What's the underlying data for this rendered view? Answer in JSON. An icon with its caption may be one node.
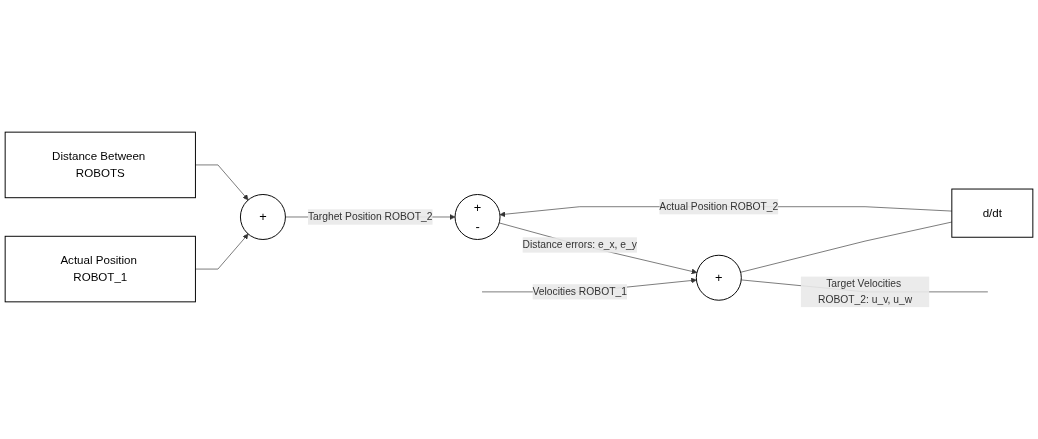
{
  "diagram": {
    "nodes": [
      {
        "text": [
          "Distance Between ROBOTS"
        ]
      },
      {
        "text": [
          "Actual Position ROBOT_1"
        ]
      },
      {
        "text": [
          "+"
        ]
      },
      {
        "text": [
          "+",
          "-"
        ]
      },
      {
        "text": [
          "+"
        ]
      },
      {
        "text": [
          "d/dt"
        ]
      }
    ],
    "edges": [
      {
        "from": 1,
        "to": 2,
        "arrow": "to"
      },
      {
        "from": 0,
        "to": 2,
        "arrow": "to"
      },
      {
        "from": 2,
        "to": 3,
        "label": "Targhet Position ROBOT_2",
        "arrow": "to"
      },
      {
        "from": 3,
        "to": 4,
        "label": "Distance errors: e_x, e_y",
        "arrow": "to"
      },
      {
        "from": null,
        "to": 4,
        "label": "Velocities ROBOT_1",
        "arrow": "to"
      },
      {
        "from": 4,
        "to": null,
        "label": "Target Velocities ROBOT_2: u_v, u_w",
        "arrow": "none"
      },
      {
        "from": 4,
        "to": 5,
        "arrow": "none"
      },
      {
        "from": 5,
        "to": 3,
        "label": "Actual Position ROBOT_2",
        "arrow": "to"
      }
    ]
  }
}
